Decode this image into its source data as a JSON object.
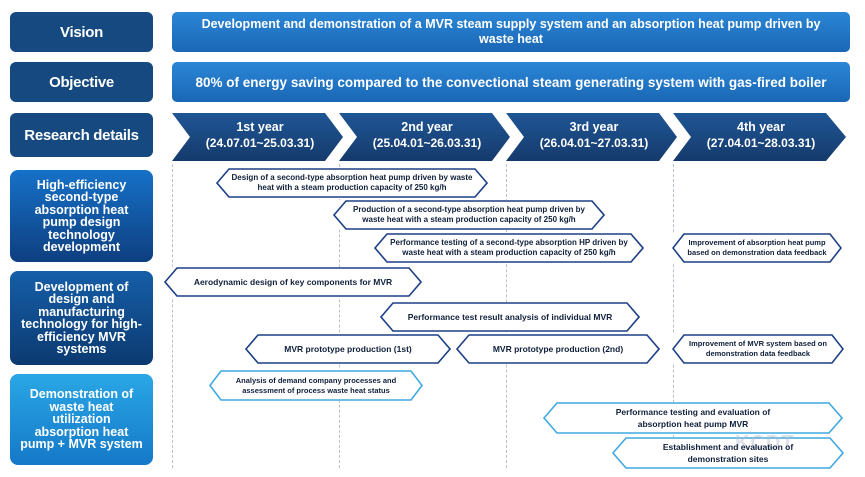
{
  "rows": {
    "vision": {
      "label": "Vision",
      "text": "Development and demonstration of  a MVR steam supply system and  an absorption heat pump driven by waste heat"
    },
    "objective": {
      "label": "Objective",
      "text": "80% of energy saving compared to the convectional steam generating system with gas-fired boiler"
    },
    "research": {
      "label": "Research details"
    }
  },
  "years": [
    {
      "label": "1st year",
      "period": "(24.07.01~25.03.31)"
    },
    {
      "label": "2nd year",
      "period": "(25.04.01~26.03.31)"
    },
    {
      "label": "3rd year",
      "period": "(26.04.01~27.03.31)"
    },
    {
      "label": "4th year",
      "period": "(27.04.01~28.03.31)"
    }
  ],
  "groups": [
    {
      "label": "High-efficiency second-type absorption heat pump design technology development"
    },
    {
      "label": "Development of design and manufacturing technology for high-efficiency MVR systems"
    },
    {
      "label": "Demonstration of waste heat utilization absorption heat pump + MVR system"
    }
  ],
  "tasks": [
    {
      "text": "Design of a second-type absorption heat pump driven by waste heat with a steam production capacity of 250 kg/h"
    },
    {
      "text": "Production of a second-type absorption heat pump driven by waste heat with a steam production capacity of 250 kg/h"
    },
    {
      "text": "Performance testing of a second-type absorption HP driven by waste heat with a steam production capacity of 250 kg/h"
    },
    {
      "text": "Improvement of absorption heat pump based on demonstration data feedback"
    },
    {
      "text": "Aerodynamic design of key components for MVR"
    },
    {
      "text": "Performance test result analysis of individual MVR"
    },
    {
      "text": "MVR prototype production (1st)"
    },
    {
      "text": "MVR prototype production (2nd)"
    },
    {
      "text": "Improvement of MVR system based on demonstration data feedback"
    },
    {
      "text": "Analysis of demand company processes and assessment of process waste heat status"
    },
    {
      "text": "Performance testing and evaluation of absorption heat pump  MVR"
    },
    {
      "text": "Establishment and evaluation of demonstration sites"
    }
  ],
  "colors": {
    "dark_navy": "#15497f",
    "banner_blue": "#1f74c4",
    "arrow_navy": "#173f74",
    "outline_navy": "#1d3f86",
    "outline_light": "#3fa9e0"
  },
  "watermark": "KCDT"
}
